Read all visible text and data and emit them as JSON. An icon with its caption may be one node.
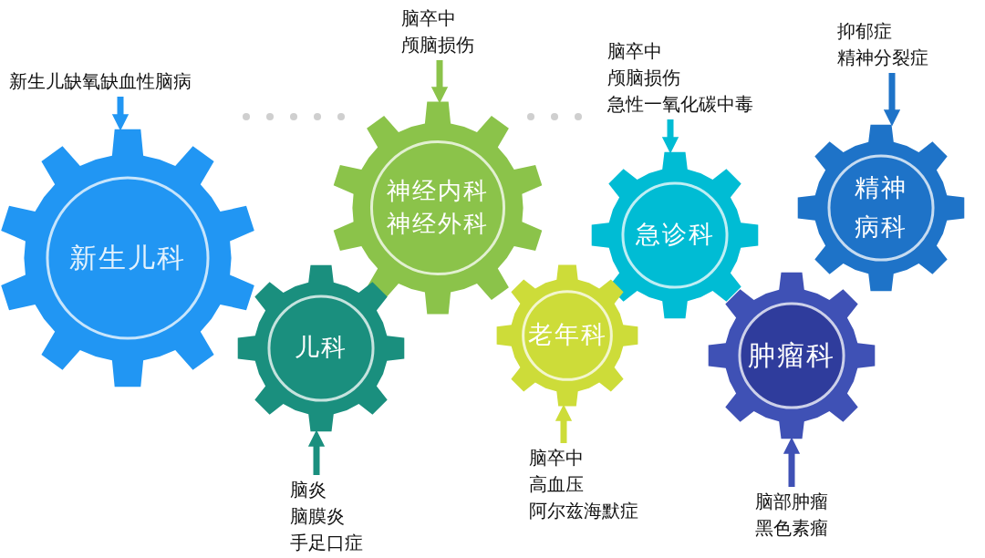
{
  "diagram": {
    "nodes": [
      {
        "text": [
          "新生儿科"
        ]
      },
      {
        "text": [
          "新生儿缺氧缺血性脑病"
        ]
      },
      {
        "text": [
          "儿科"
        ]
      },
      {
        "text": [
          "脑炎",
          "脑膜炎",
          "手足口症"
        ]
      },
      {
        "text": [
          "神经内科",
          "神经外科"
        ]
      },
      {
        "text": [
          "脑卒中",
          "颅脑损伤"
        ]
      },
      {
        "text": [
          "老年科"
        ]
      },
      {
        "text": [
          "脑卒中",
          "高血压",
          "阿尔兹海默症"
        ]
      },
      {
        "text": [
          "急诊科"
        ]
      },
      {
        "text": [
          "脑卒中",
          "颅脑损伤",
          "急性一氧化碳中毒"
        ]
      },
      {
        "text": [
          "精神病科"
        ]
      },
      {
        "text": [
          "抑郁症",
          "精神分裂症"
        ]
      },
      {
        "text": [
          "肿瘤科"
        ]
      },
      {
        "text": [
          "脑部肿瘤",
          "黑色素瘤"
        ]
      }
    ],
    "edges": [
      {
        "from": 1,
        "to": 0,
        "arrow": "to",
        "color": "#2196f3"
      },
      {
        "from": 3,
        "to": 2,
        "arrow": "to",
        "color": "#1a8f7e"
      },
      {
        "from": 5,
        "to": 4,
        "arrow": "to",
        "color": "#8bc34a"
      },
      {
        "from": 7,
        "to": 6,
        "arrow": "to",
        "color": "#cddc39"
      },
      {
        "from": 9,
        "to": 8,
        "arrow": "to",
        "color": "#00bcd4"
      },
      {
        "from": 11,
        "to": 10,
        "arrow": "to",
        "color": "#1e73c8"
      },
      {
        "from": 13,
        "to": 12,
        "arrow": "to",
        "color": "#3f51b5"
      }
    ]
  }
}
